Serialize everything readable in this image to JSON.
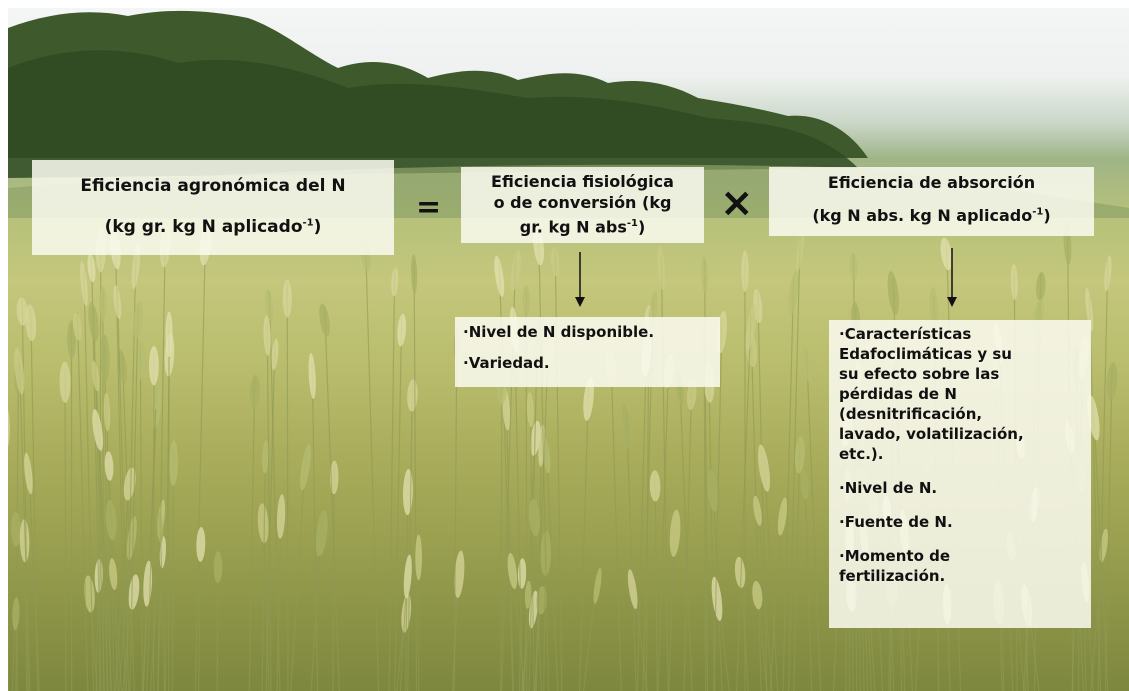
{
  "equation": {
    "agronomic": {
      "line1": "Eficiencia agronómica del N",
      "line2_text": "(kg gr. kg N aplicado",
      "line2_sup": "-1",
      "line2_close": ")"
    },
    "equals": "=",
    "physiological": {
      "line1": "Eficiencia fisiológica",
      "line2": "o de conversión (kg",
      "line3_text": "gr. kg N abs",
      "line3_sup": "-1",
      "line3_close": ")"
    },
    "times": "×",
    "absorption": {
      "line1": "Eficiencia de absorción",
      "line2_text": "(kg N abs. kg N aplicado",
      "line2_sup": "-1",
      "line2_close": ")"
    }
  },
  "physiological_factors": [
    "·Nivel de N disponible.",
    "·Variedad."
  ],
  "absorption_factors": {
    "first_lines": [
      "·Características",
      "Edafoclimáticas y su",
      "su efecto sobre las",
      "pérdidas de N",
      "(desnitrificación,",
      "lavado, volatilización,",
      "etc.)."
    ],
    "others": [
      "·Nivel de N.",
      "·Fuente de N.",
      "·Momento de"
    ],
    "last_line": "fertilización."
  }
}
